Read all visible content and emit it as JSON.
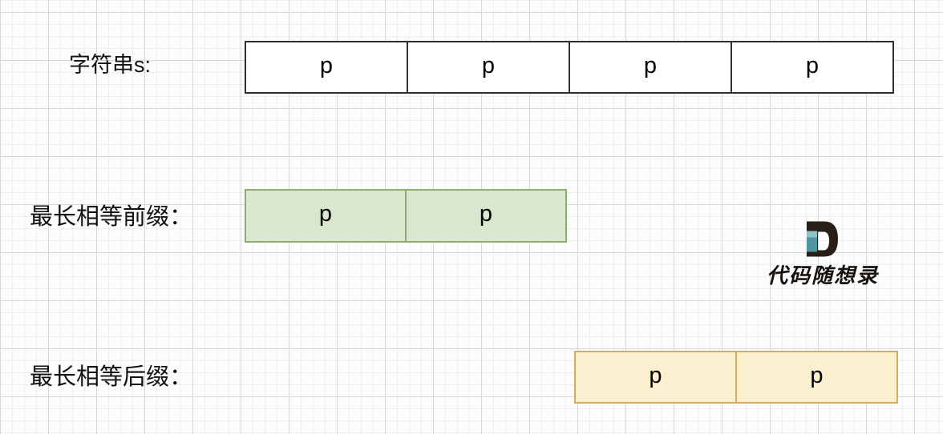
{
  "diagram": {
    "string_row": {
      "label": "字符串s:",
      "cells": [
        "p",
        "p",
        "p",
        "p"
      ]
    },
    "prefix_row": {
      "label": "最长相等前缀：",
      "cells": [
        "p",
        "p"
      ]
    },
    "suffix_row": {
      "label": "最长相等后缀：",
      "cells": [
        "p",
        "p"
      ]
    }
  },
  "logo": {
    "text": "代码随想录",
    "icon": "d-logo-icon"
  },
  "colors": {
    "cell_border_dark": "#2f2f2f",
    "prefix_fill": "#d9e7ce",
    "prefix_border": "#8fab74",
    "suffix_fill": "#faf0d0",
    "suffix_border": "#d2ae58",
    "grid_minor": "#eeeeee",
    "grid_major": "#d8d8d8",
    "canvas_bg": "#fcfcfc",
    "logo_dark": "#2a1f17",
    "logo_teal": "#4f96a1",
    "logo_teal_light": "#8ec2c8",
    "text_dark": "#111111"
  }
}
